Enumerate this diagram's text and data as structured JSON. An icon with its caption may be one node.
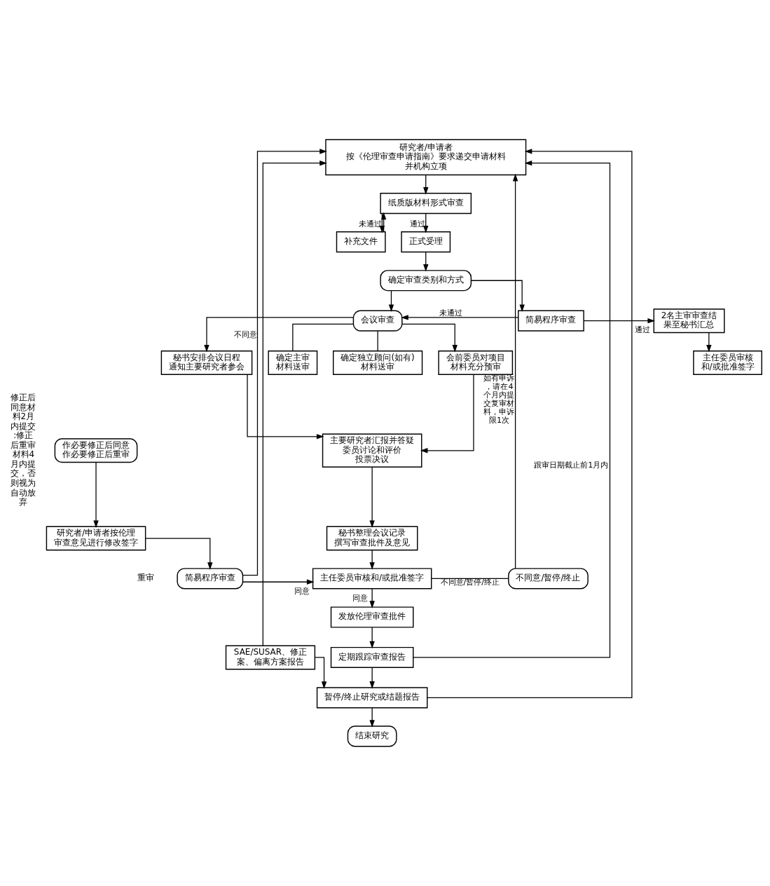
{
  "diagram": {
    "nodes": [
      {
        "text": [
          "研究者/申请者按《伦理审查申请指南》要求递交申请材料并机构立项"
        ]
      },
      {
        "text": [
          "纸质版材料形式审查"
        ]
      },
      {
        "text": [
          "补充文件"
        ]
      },
      {
        "text": [
          "正式受理"
        ]
      },
      {
        "text": [
          "确定审查类别和方式"
        ]
      },
      {
        "text": [
          "会议审查"
        ]
      },
      {
        "text": [
          "简易程序审查"
        ]
      },
      {
        "text": [
          "2名主审审查结果至秘书汇总"
        ]
      },
      {
        "text": [
          "秘书安排会议日程通知主要研究者参会"
        ]
      },
      {
        "text": [
          "确定主审材料送审"
        ]
      },
      {
        "text": [
          "确定独立顾问(如有)材料送审"
        ]
      },
      {
        "text": [
          "会前委员对项目材料充分预审"
        ]
      },
      {
        "text": [
          "主任委员审核和/或批准签字"
        ]
      },
      {
        "text": [
          "主要研究者汇报并答疑委员讨论和评价投票决议"
        ]
      },
      {
        "text": [
          "秘书整理会议记录撰写审查批件及意见"
        ]
      },
      {
        "text": [
          "作必要修正后同意",
          "作必要修正后重审"
        ]
      },
      {
        "text": [
          "主任委员审核和/或批准签字"
        ]
      },
      {
        "text": [
          "不同意/暂停/终止"
        ]
      },
      {
        "text": [
          "研究者/申请者按伦理审查意见进行修改签字"
        ]
      },
      {
        "text": [
          "简易程序审查"
        ]
      },
      {
        "text": [
          "发放伦理审查批件"
        ]
      },
      {
        "text": [
          "定期跟踪审查报告"
        ]
      },
      {
        "text": [
          "SAE/SUSAR、修正案、偏离方案报告"
        ]
      },
      {
        "text": [
          "暂停/终止研究或结题报告"
        ]
      },
      {
        "text": [
          "结束研究"
        ]
      }
    ],
    "edges": [
      {
        "from": 0,
        "to": 1,
        "arrow": "to"
      },
      {
        "from": 1,
        "to": 2,
        "arrow": "to",
        "label": "未通过"
      },
      {
        "from": 1,
        "to": 3,
        "arrow": "to",
        "label": "通过"
      },
      {
        "from": 2,
        "to": 1,
        "arrow": "to"
      },
      {
        "from": 3,
        "to": 4,
        "arrow": "to"
      },
      {
        "from": 4,
        "to": 5,
        "arrow": "to"
      },
      {
        "from": 4,
        "to": 6,
        "arrow": "to"
      },
      {
        "from": 6,
        "to": 5,
        "arrow": "to",
        "label": "未通过"
      },
      {
        "from": 6,
        "to": 7,
        "arrow": "to",
        "label": "通过"
      },
      {
        "from": 7,
        "to": 12,
        "arrow": "to"
      },
      {
        "from": 5,
        "to": 8,
        "arrow": "to"
      },
      {
        "from": 5,
        "to": 9,
        "arrow": "none"
      },
      {
        "from": 5,
        "to": 10,
        "arrow": "none"
      },
      {
        "from": 5,
        "to": 11,
        "arrow": "to"
      },
      {
        "from": 8,
        "to": 13,
        "arrow": "to"
      },
      {
        "from": 11,
        "to": 13,
        "arrow": "to"
      },
      {
        "from": 13,
        "to": 14,
        "arrow": "to"
      },
      {
        "from": 14,
        "to": 16,
        "arrow": "to"
      },
      {
        "from": 16,
        "to": 17,
        "arrow": "none",
        "label": "不同意/暂停/终止"
      },
      {
        "from": 17,
        "to": 0,
        "arrow": "to",
        "label": "如有申诉，请在4个月内提交复审材料，申诉限1次"
      },
      {
        "from": 16,
        "to": 20,
        "arrow": "to",
        "label": "同意"
      },
      {
        "from": 15,
        "to": 18,
        "arrow": "to"
      },
      {
        "from": 18,
        "to": 19,
        "arrow": "to"
      },
      {
        "from": 19,
        "to": 16,
        "arrow": "to",
        "label": "同意"
      },
      {
        "from": 19,
        "to": 0,
        "arrow": "to",
        "label": "不同意"
      },
      {
        "from": 20,
        "to": 21,
        "arrow": "to"
      },
      {
        "from": 21,
        "to": 0,
        "arrow": "to",
        "label": "跟审日期截止前1月内"
      },
      {
        "from": 21,
        "to": 23,
        "arrow": "to"
      },
      {
        "from": 22,
        "to": 23,
        "arrow": "to"
      },
      {
        "from": 22,
        "to": 0,
        "arrow": "to"
      },
      {
        "from": 23,
        "to": 0,
        "arrow": "to"
      },
      {
        "from": 23,
        "to": 24,
        "arrow": "to"
      }
    ],
    "labels": [
      "修正后同意材料2月内提交:修正后重审材料4月内提交，否则视为自动放弃",
      "重审"
    ]
  }
}
